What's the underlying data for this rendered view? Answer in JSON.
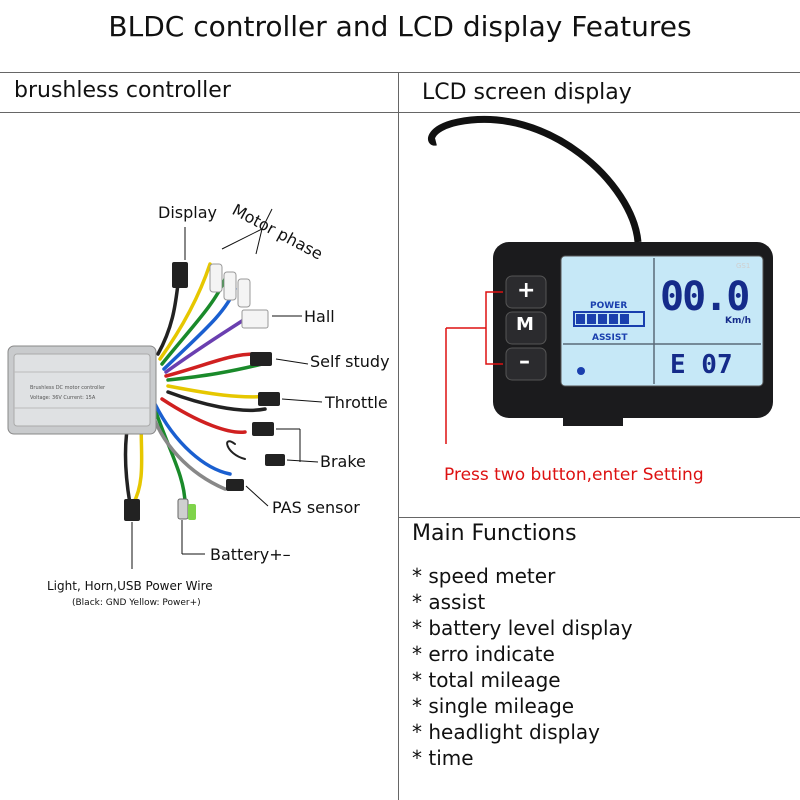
{
  "title": "BLDC controller and LCD display Features",
  "left_header": "brushless controller",
  "right_header": "LCD screen display",
  "controller_labels": {
    "display": "Display",
    "motor_phase": "Motor phase",
    "hall": "Hall",
    "self_study": "Self study",
    "throttle": "Throttle",
    "brake": "Brake",
    "pas_sensor": "PAS sensor",
    "battery": "Battery+–",
    "light_wire": "Light, Horn,USB Power Wire",
    "light_wire_note": "(Black: GND Yellow: Power+)"
  },
  "lcd": {
    "model": "GS1",
    "speed": "00.0",
    "unit": "Km/h",
    "power_label": "POWER",
    "assist_label": "ASSIST",
    "code": "E 07",
    "buttons": [
      "+",
      "M",
      "–"
    ],
    "hint": "Press two button,enter Setting"
  },
  "main_functions": {
    "heading": "Main Functions",
    "items": [
      "* speed meter",
      "* assist",
      "* battery level display",
      "* erro indicate",
      "* total mileage",
      "* single mileage",
      "* headlight display",
      "* time"
    ]
  }
}
